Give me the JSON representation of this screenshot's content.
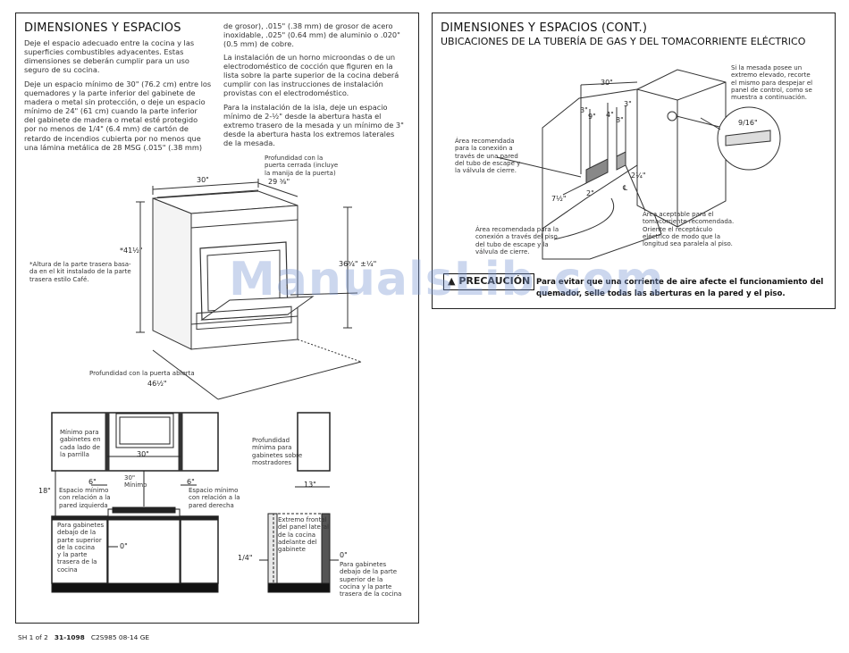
{
  "left": {
    "title": "DIMENSIONES Y ESPACIOS",
    "para1": "Deje el espacio adecuado entre la cocina y las\nsuperficies combustibles adyacentes. Estas\ndimensiones se deberán cumplir para un uso\nseguro de su cocina.",
    "para2": "Deje un espacio mínimo de 30\" (76.2 cm) entre los\nquemadores y la parte inferior del gabinete de\nmadera o metal sin protección, o deje un espacio\nmínimo de 24\" (61 cm) cuando la parte inferior\ndel gabinete de madera o metal esté protegido\npor no menos de 1/4\" (6.4 mm) de cartón de\nretardo de incendios cubierta por no menos que\nuna lámina metálica de 28 MSG (.015\" (.38 mm)",
    "para3": "de grosor), .015\" (.38 mm) de grosor de acero\ninoxidable, .025\" (0.64 mm) de aluminio o .020\"\n(0.5 mm) de cobre.",
    "para4": "La instalación de un horno microondas o de un\nelectrodoméstico de cocción que figuren en la\nlista sobre la parte superior de la cocina deberá\ncumplir con las instrucciones de instalación\nprovistas con el electrodoméstico.",
    "para5": "Para la instalación de la isla, deje un espacio\nmínimo de 2-½\" desde la abertura hasta el\nextremo trasero de la mesada y un mínimo de 3\"\ndesde la abertura hasta los extremos laterales\nde la mesada.",
    "range": {
      "width_dim": "30\"",
      "depth_closed_label": "Profundidad con la\npuerta cerrada (incluye\nla manija de la puerta)",
      "depth_closed_dim": "29 ³⁄₈\"",
      "height_dim": "*41½\"",
      "adj_height_dim": "36³⁄₄\" ±¹⁄₄\"",
      "footnote": "*Altura de la parte trasera basa-\nda en el kit instalado de la parte\ntrasera estilo Café.",
      "depth_open_label": "Profundidad con la puerta abierta",
      "depth_open_dim": "46¹⁄₂\""
    },
    "front": {
      "min_cab": "Mínimo para\ngabinetes en\ncada lado de\nla parrilla",
      "dim_30": "30\"",
      "min_30": "30\"\nMínimo",
      "dim_18": "18\"",
      "dim_6l": "6\"",
      "left_clear": "Espacio mínimo\ncon relación a la\npared izquierda",
      "dim_6r": "6\"",
      "right_clear": "Espacio mínimo\ncon relación a la\npared derecha",
      "below_cab": "Para gabinetes\ndebajo de la\nparte superior\nde la cocina\ny la parte\ntrasera de la\ncocina",
      "dim_0": "0\""
    },
    "side": {
      "depth_label": "Profundidad\nmínima para\ngabinetes sobre\nmostradores",
      "dim_13": "13\"",
      "front_end": "Extremo frontal\ndel panel lateral\nde la cocina\nadelante del\ngabinete",
      "dim_quarter": "1/4\"",
      "dim_0": "0\"",
      "below_cab": "Para gabinetes\ndebajo de la parte\nsuperior de la\ncocina y la parte\ntrasera de la cocina"
    }
  },
  "right": {
    "title": "DIMENSIONES Y ESPACIOS (CONT.)",
    "subtitle": "UBICACIONES DE LA TUBERÍA DE GAS Y DEL TOMACORRIENTE ELÉCTRICO",
    "dims": {
      "d30": "30\"",
      "d3a": "3\"",
      "d3b": "3\"",
      "d9": "9\"",
      "d4": "4\"",
      "d8": "8\"",
      "d2q": "2¼\"",
      "d7h": "7½\"",
      "d2": "2\"",
      "cl": "℄",
      "d916": "9/16\""
    },
    "area_wall": "Área recomendada\npara la conexión a\ntravés de una pared\ndel tubo de escape y\nla válvula de cierre.",
    "area_floor": "Área recomendada para la\nconexión a través del piso\ndel tubo de escape y la\nválvula de cierre.",
    "area_outlet": "Área aceptable para el\ntomacorriente recomendada.\nOriente el receptáculo\neléctrico de modo que la\nlongitud sea paralela al piso.",
    "raised_note": "Si la mesada posee un\nextremo elevado, recorte\nel mismo para despejar el\npanel de control, como se\nmuestra a continuación.",
    "caution_label": "PRECAUCIÓN",
    "caution_text": "Para evitar que una corriente de aire afecte el funcionamiento del\nquemador, selle todas las aberturas en la pared y el piso."
  },
  "watermark": "ManualsLib.com",
  "footer": {
    "sheet": "SH 1 of 2",
    "doc": "31-1098",
    "rest": "C2S985   08-14   GE"
  }
}
